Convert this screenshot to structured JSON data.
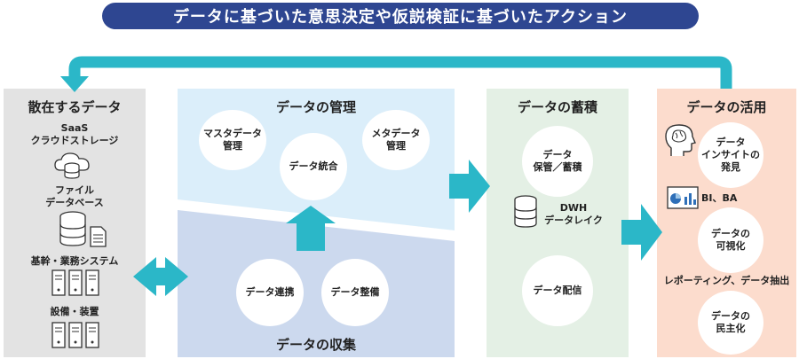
{
  "banner": {
    "text": "データに基づいた意思決定や仮説検証に基づいたアクション"
  },
  "scattered": {
    "title": "散在するデータ",
    "items": [
      {
        "label": "SaaS\nクラウドストレージ",
        "icon": "cloud-database-icon"
      },
      {
        "label": "ファイル\nデータベース",
        "icon": "database-document-icon"
      },
      {
        "label": "基幹・業務システム",
        "icon": "server-rack-icon"
      },
      {
        "label": "設備・装置",
        "icon": "server-rack-icon"
      }
    ]
  },
  "management": {
    "title": "データの管理",
    "circles": [
      "マスタデータ\n管理",
      "データ統合",
      "メタデータ\n管理"
    ]
  },
  "collection": {
    "title": "データの収集",
    "circles": [
      "データ連携",
      "データ整備"
    ]
  },
  "storage": {
    "title": "データの蓄積",
    "circles": [
      "データ\n保管／蓄積",
      "データ配信"
    ],
    "dwh_label": "DWH\nデータレイク",
    "dwh_icon": "database-icon"
  },
  "utilization": {
    "title": "データの活用",
    "circles": [
      "データ\nインサイトの\n発見",
      "データの\n可視化",
      "データの\n民主化"
    ],
    "bi_label": "BI、BA",
    "reporting_label": "レポーティング、データ抽出",
    "insight_icon": "brain-head-icon",
    "chart_icon": "bar-chart-icon"
  },
  "colors": {
    "banner": "#2e4691",
    "arrow": "#2bb7c8",
    "scattered_bg": "#e3e3e3",
    "management_bg": "#dbeefa",
    "collection_bg": "#ccd9ee",
    "storage_bg": "#e4f0e5",
    "utilization_bg": "#fcdccd"
  }
}
